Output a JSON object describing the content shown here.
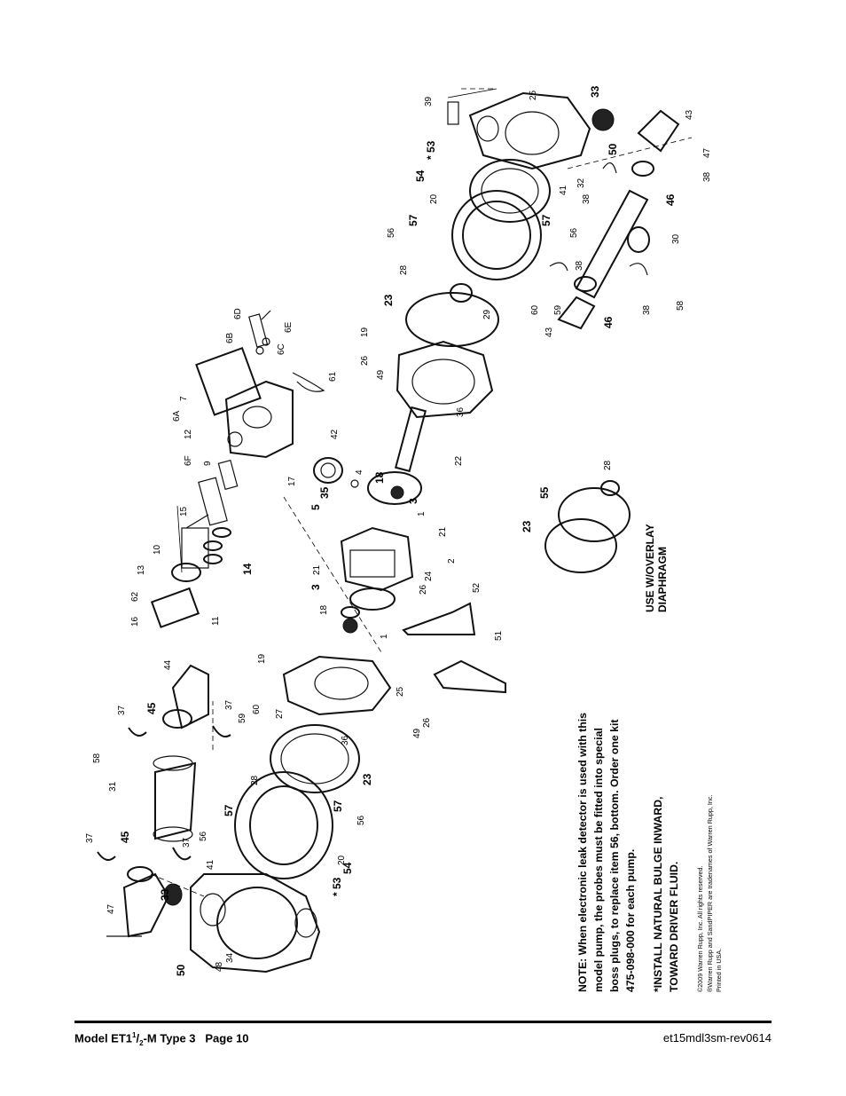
{
  "note": {
    "lines": [
      "NOTE: When electronic leak detector is used with this",
      "model pump, the probes must be fitted into special",
      "boss plugs, to replace item 56, bottom. Order one kit",
      "475-098-000 for each pump."
    ]
  },
  "install_note": {
    "lines": [
      "*INSTALL NATURAL BULGE INWARD,",
      "TOWARD DRIVER FLUID."
    ]
  },
  "copyright": {
    "lines": [
      "©2009 Warren Rupp, Inc. All rights reserved.",
      "®Warren Rupp and SandPIPER are tradenames of Warren Rupp, Inc.",
      "Printed in USA."
    ]
  },
  "overlay_note": {
    "lines": [
      "USE W/OVERLAY",
      "DIAPHRAGM"
    ]
  },
  "footer": {
    "model_prefix": "Model ET1",
    "frac_num": "1",
    "frac_den": "2",
    "model_suffix": "-M Type 3",
    "page": "Page 10",
    "doc_code": "et15mdl3sm-rev0614"
  },
  "callouts": {
    "c47a": "47",
    "c50a": "50",
    "c33a": "33",
    "c48": "48",
    "c34": "34",
    "c37a": "37",
    "c45a": "45",
    "c37b": "37",
    "c41a": "41",
    "c56a": "56",
    "c57a": "57",
    "c53a": "* 53",
    "c54a": "54",
    "c31": "31",
    "c58a": "58",
    "c37c": "37",
    "c45b": "45",
    "c37d": "37",
    "c59": "59",
    "c60a": "60",
    "c44": "44",
    "c28a": "28",
    "c27": "27",
    "c20a": "20",
    "c23a": "23",
    "c36a": "36",
    "c57b": "57",
    "c56b": "56",
    "c19a": "19",
    "c25a": "25",
    "c49a": "49",
    "c26a": "26",
    "c51": "51",
    "c16": "16",
    "c62": "62",
    "c13": "13",
    "c10": "10",
    "c11": "11",
    "c15": "15",
    "c14": "14",
    "c3a": "3",
    "c18a": "18",
    "c21a": "21",
    "c1a": "1",
    "c26b": "26",
    "c24": "24",
    "c2": "2",
    "c52": "52",
    "c6F": "6F",
    "c9": "9",
    "c12": "12",
    "c6A": "6A",
    "c7": "7",
    "c17": "17",
    "c6B": "6B",
    "c6C": "6C",
    "c6D": "6D",
    "c6E": "6E",
    "c61": "61",
    "c535": "5",
    "c35": "35",
    "c42": "42",
    "c4": "4",
    "c18b": "18",
    "c3b": "3",
    "c1b": "1",
    "c21b": "21",
    "c49b": "49",
    "c26c": "26",
    "c19b": "19",
    "c36b": "36",
    "c22": "22",
    "c23b": "23",
    "c28b": "28",
    "c29": "29",
    "c56c": "56",
    "c57c": "57",
    "c20b": "20",
    "c54b": "54",
    "c53b": "* 53",
    "c39": "39",
    "c25b": "25",
    "c33b": "33",
    "c43a": "43",
    "c50b": "50",
    "c41b": "41",
    "c32": "32",
    "c38a": "38",
    "c47b": "47",
    "c38b": "38",
    "c46a": "46",
    "c30": "30",
    "c56d": "56",
    "c57d": "57",
    "c38c": "38",
    "c60b": "60",
    "c59b": "59",
    "c43b": "43",
    "c46b": "46",
    "c38d": "38",
    "c58b": "58",
    "c55": "55",
    "c23c": "23",
    "c28c": "28"
  }
}
